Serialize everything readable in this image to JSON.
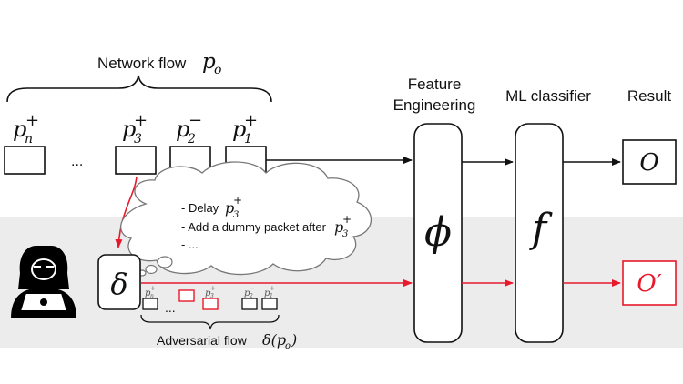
{
  "labels": {
    "network_flow": "Network flow",
    "network_flow_sym": "p",
    "network_flow_sub": "o",
    "feature_engineering_1": "Feature",
    "feature_engineering_2": "Engineering",
    "ml_classifier": "ML classifier",
    "result": "Result",
    "ellipsis": "...",
    "phi": "ϕ",
    "f": "f",
    "output": "O",
    "adv_output": "O′",
    "delta": "δ",
    "adversarial_flow": "Adversarial flow",
    "adversarial_flow_sym": "δ(p",
    "adversarial_flow_sub": "o",
    "adversarial_flow_close": ")"
  },
  "packets": [
    {
      "base": "p",
      "sub": "n",
      "sup": "+"
    },
    {
      "base": "p",
      "sub": "3",
      "sup": "+"
    },
    {
      "base": "p",
      "sub": "2",
      "sup": "−"
    },
    {
      "base": "p",
      "sub": "1",
      "sup": "+"
    }
  ],
  "cloud": {
    "line1_text": "- Delay",
    "line1_sym": "p",
    "line1_sub": "3",
    "line1_sup": "+",
    "line2_text": "- Add a dummy packet after",
    "line2_sym": "p",
    "line2_sub": "3",
    "line2_sup": "+",
    "line3_text": "- ..."
  },
  "small_packets": [
    {
      "sym": "p",
      "sub": "n",
      "sup": "+"
    },
    {
      "sym": "p",
      "sub": "3",
      "sup": "+"
    },
    {
      "sym": "p",
      "sub": "2",
      "sup": "−"
    },
    {
      "sym": "p",
      "sub": "1",
      "sup": "+"
    }
  ],
  "colors": {
    "adversarial": "#e8192c",
    "band": "#ececec",
    "stroke": "#111111"
  },
  "icons": [
    "hacker-icon",
    "laptop-icon",
    "thought-cloud-icon"
  ]
}
